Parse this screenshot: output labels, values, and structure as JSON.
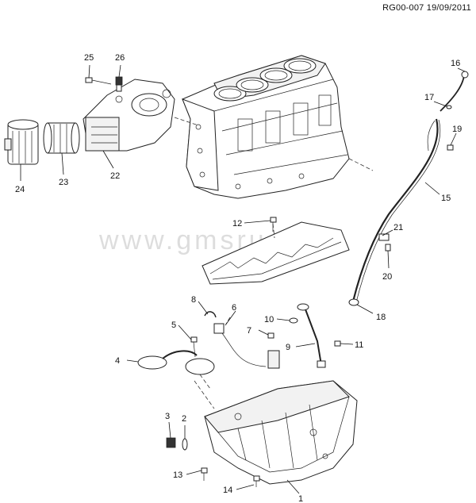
{
  "header": {
    "ref": "RG00-007 19/09/2011"
  },
  "watermark": "www.gmsrus.ru",
  "callouts": [
    "1",
    "2",
    "3",
    "4",
    "5",
    "6",
    "7",
    "8",
    "9",
    "10",
    "11",
    "12",
    "13",
    "14",
    "15",
    "16",
    "17",
    "18",
    "19",
    "20",
    "21",
    "22",
    "23",
    "24",
    "25",
    "26"
  ]
}
